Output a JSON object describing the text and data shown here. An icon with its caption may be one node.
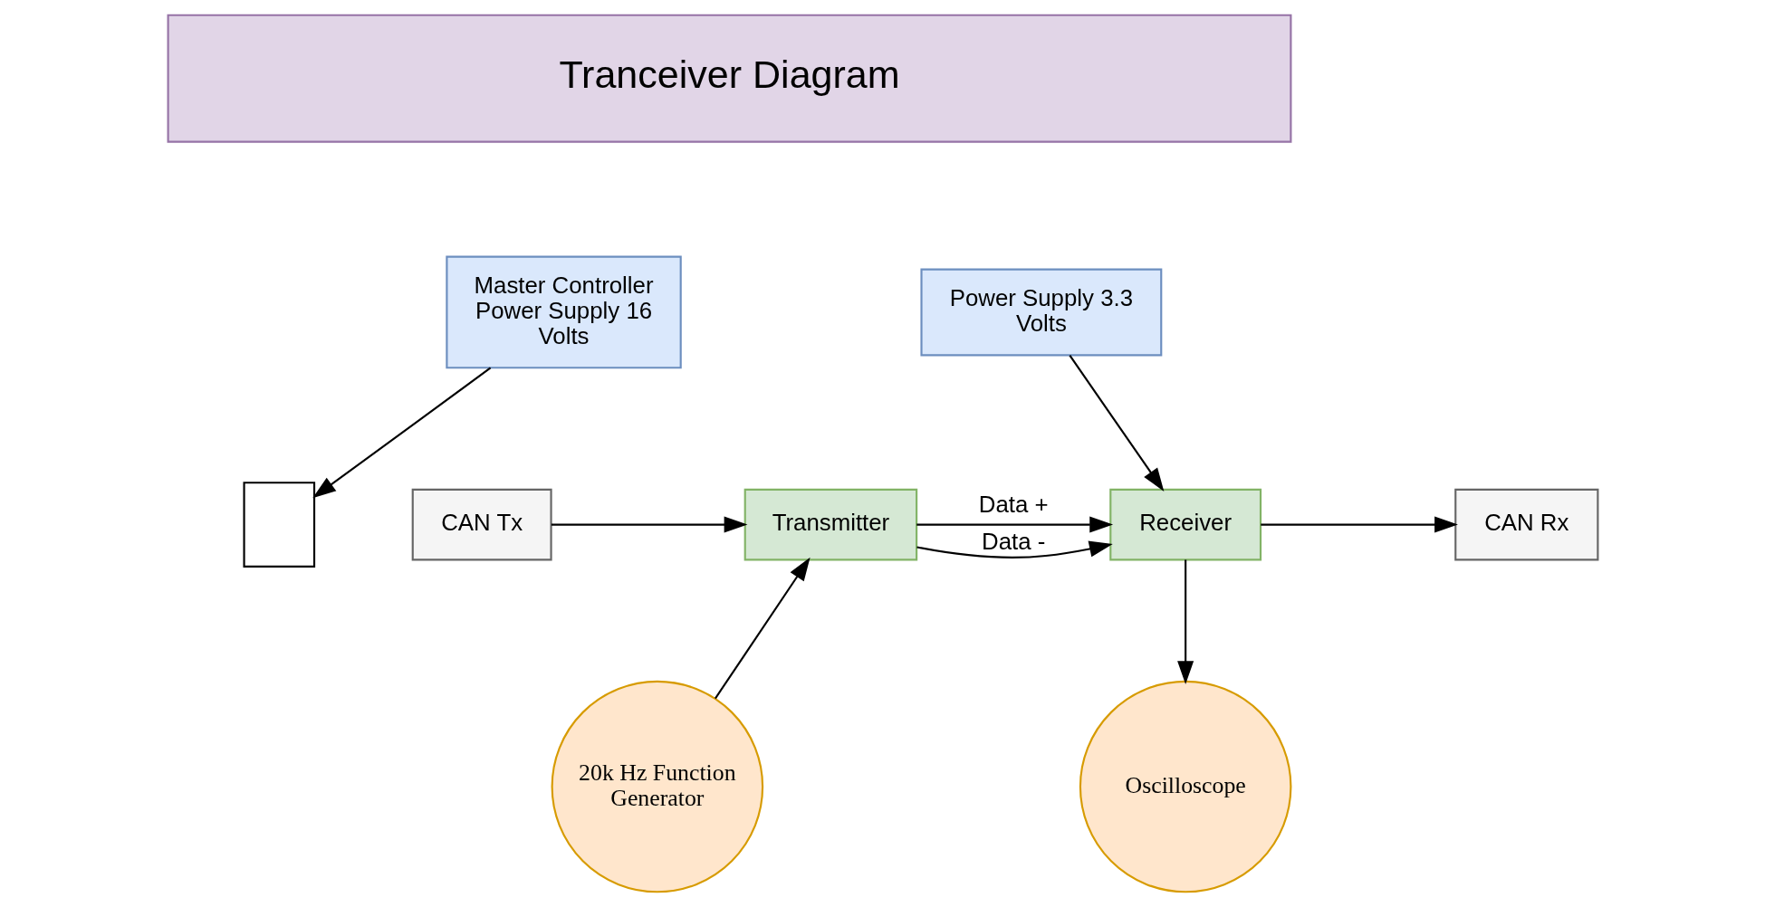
{
  "diagram": {
    "nodes": [
      {
        "text": [
          "Tranceiver Diagram"
        ]
      },
      {
        "text": [
          "Master Controller Power Supply 16 Volts"
        ]
      },
      {
        "text": [
          "Power Supply 3.3 Volts"
        ]
      },
      {
        "text": [
          "CAN Tx"
        ]
      },
      {
        "text": [
          "Transmitter"
        ]
      },
      {
        "text": [],
        "shape": "box"
      },
      {
        "text": [
          "Receiver"
        ]
      },
      {
        "text": [
          "CAN Rx"
        ]
      },
      {
        "text": [
          "20k Hz Function Generator"
        ]
      },
      {
        "text": [
          "Oscilloscope"
        ]
      }
    ],
    "edges": [
      {
        "from": 3,
        "to": 4,
        "arrow": "to"
      },
      {
        "from": 8,
        "to": 4,
        "arrow": "to"
      },
      {
        "from": 1,
        "to": 5,
        "arrow": "to"
      },
      {
        "from": 4,
        "to": 6,
        "label": "Data +",
        "arrow": "to"
      },
      {
        "from": 4,
        "to": 6,
        "label": "Data -",
        "arrow": "to"
      },
      {
        "from": 2,
        "to": 6,
        "arrow": "to"
      },
      {
        "from": 6,
        "to": 7,
        "arrow": "to"
      },
      {
        "from": 6,
        "to": 9,
        "arrow": "to"
      }
    ]
  }
}
